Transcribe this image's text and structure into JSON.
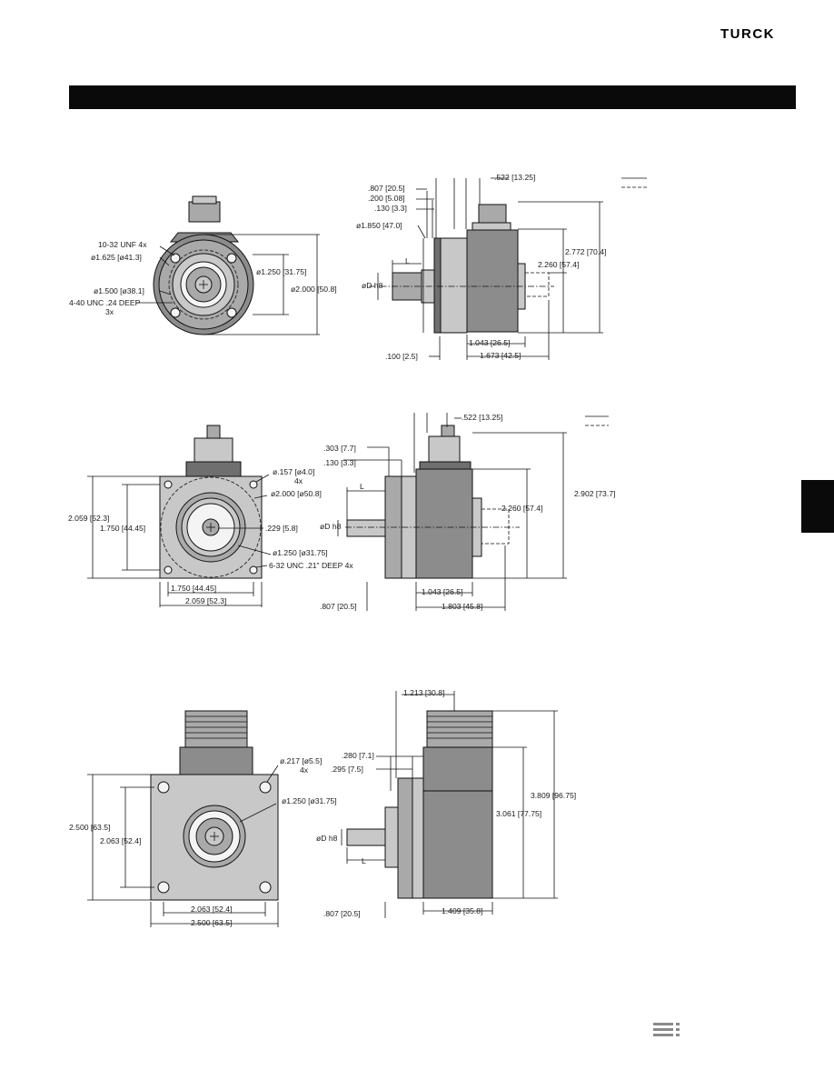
{
  "header": {
    "brand": "TURCK"
  },
  "section1": {
    "front_labels": {
      "tap": "10-32 UNF 4x",
      "bc1": "ø1.625 [ø41.3]",
      "pilot": "ø1.500 [ø38.1]",
      "holes": "4-40 UNC .24 DEEP",
      "holes_qty": "3x",
      "hub": "ø1.250 [31.75]",
      "outer": "ø2.000 [50.8]"
    },
    "side_labels": {
      "d807": ".807 [20.5]",
      "d200": ".200 [5.08]",
      "d130": ".130 [3.3]",
      "d1850": "ø1.850 [47.0]",
      "L": "L",
      "shaft": "øD h8",
      "d100": ".100 [2.5]",
      "d1043": "1.043 [26.5]",
      "d1673": "1.673 [42.5]",
      "d522": ".522 [13.25]",
      "d2260": "2.260 [57.4]",
      "d2772": "2.772 [70.4]"
    }
  },
  "section2": {
    "front_labels": {
      "d2059v": "2.059 [52.3]",
      "d1750v": "1.750 [44.45]",
      "hole": "ø.157 [ø4.0]",
      "hole_qty": "4x",
      "bc": "ø2.000 [ø50.8]",
      "d229": ".229 [5.8]",
      "hub": "ø1.250 [ø31.75]",
      "tap": "6-32 UNC .21\" DEEP 4x",
      "d1750h": "1.750 [44.45]",
      "d2059h": "2.059 [52.3]"
    },
    "side_labels": {
      "d522": ".522 [13.25]",
      "d303": ".303 [7.7]",
      "d130": ".130 [3.3]",
      "L": "L",
      "shaft": "øD h8",
      "d807": ".807 [20.5]",
      "d1043": "1.043 [26.5]",
      "d1803": "1.803 [45.8]",
      "d2260": "2.260 [57.4]",
      "d2902": "2.902 [73.7]"
    }
  },
  "section3": {
    "front_labels": {
      "hole": "ø.217 [ø5.5]",
      "hole_qty": "4x",
      "hub": "ø1.250 [ø31.75]",
      "d2500v": "2.500 [63.5]",
      "d2063v": "2.063 [52.4]",
      "d2063h": "2.063 [52.4]",
      "d2500h": "2.500 [63.5]"
    },
    "side_labels": {
      "d1213": "1.213 [30.8]",
      "d280": ".280 [7.1]",
      "d295": ".295 [7.5]",
      "shaft": "øD h8",
      "L": "L",
      "d807": ".807 [20.5]",
      "d1409": "1.409 [35.8]",
      "d3061": "3.061 [77.75]",
      "d3809": "3.809 [96.75]"
    }
  },
  "icons": {
    "brand_logo": "turck-logo",
    "page_icon": "document-list-icon"
  },
  "colors": {
    "header_bar": "#0a0a0a",
    "housing": "#8c8c8c"
  }
}
